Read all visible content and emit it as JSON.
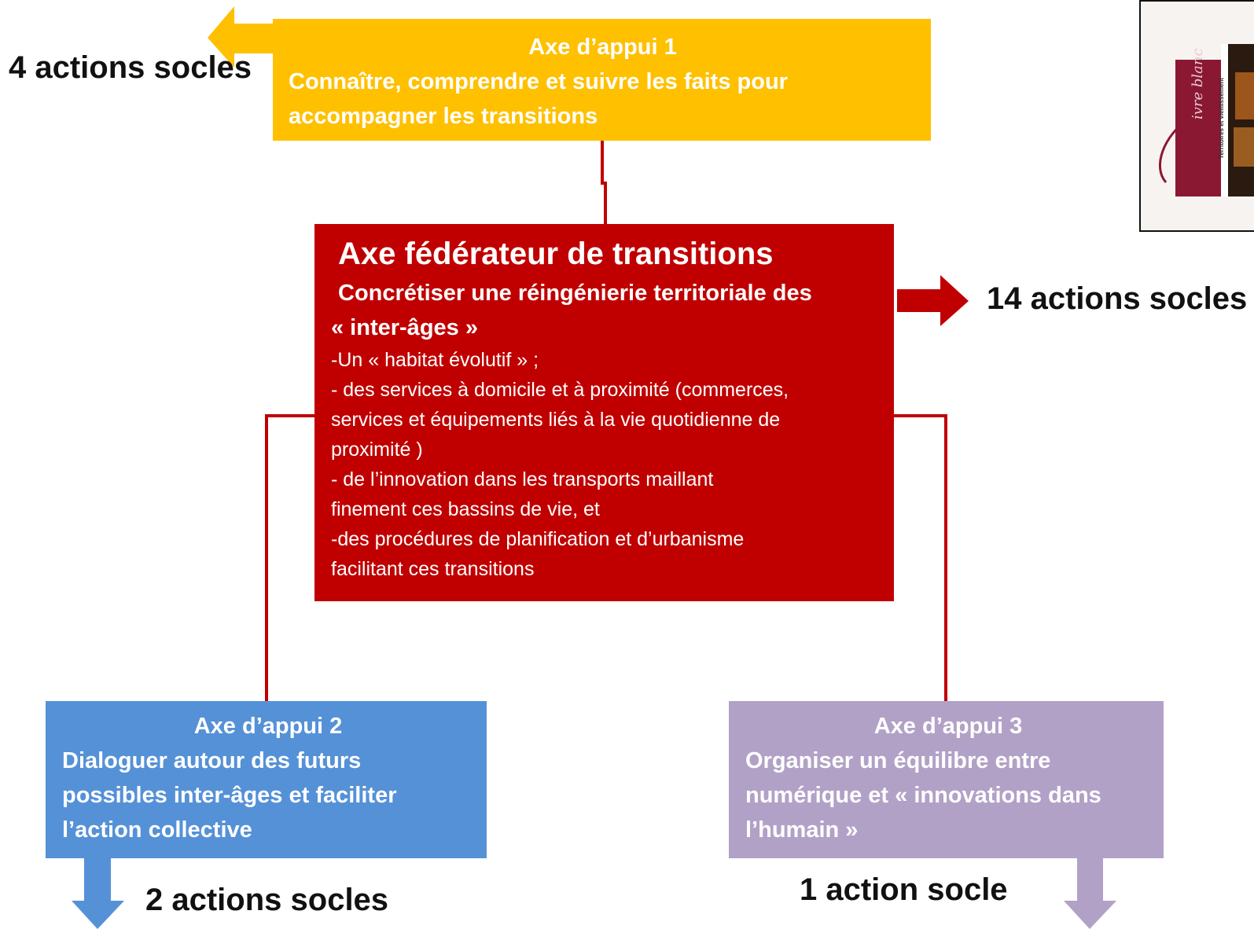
{
  "axe_appui_1": {
    "title": "Axe d’appui  1",
    "line1": "Connaître, comprendre et suivre les faits pour",
    "line2": "accompagner les transitions"
  },
  "axe_federateur": {
    "title": "Axe fédérateur de transitions",
    "subtitle_line1": "Concrétiser une réingénierie territoriale des",
    "subtitle_line2": "« inter-âges »",
    "items": [
      "-Un  « habitat évolutif » ;",
      "- des services à domicile et à proximité  (commerces,",
      "services et équipements liés à  la vie quotidienne de",
      "proximité )",
      "- de l’innovation dans les transports maillant",
      "finement ces bassins de vie, et",
      "-des procédures de planification et d’urbanisme",
      "facilitant ces transitions"
    ]
  },
  "axe_appui_2": {
    "title": "Axe d’appui  2",
    "line1": "Dialoguer autour des futurs",
    "line2": "possibles inter-âges et faciliter",
    "line3": "l’action collective"
  },
  "axe_appui_3": {
    "title": "Axe d’appui 3",
    "line1": "Organiser un équilibre entre",
    "line2": "numérique et « innovations dans",
    "line3": "l’humain »"
  },
  "counts": {
    "axe1": "4 actions socles",
    "federateur": "14 actions socles",
    "axe2": "2 actions socles",
    "axe3": "1 action socle"
  },
  "cover": {
    "title": "ivre blanc",
    "subtitle": "Territoires et vieillissement"
  },
  "colors": {
    "axe1": "#FFC000",
    "federateur": "#C00000",
    "axe2": "#5591D7",
    "axe3": "#B2A1C7",
    "connector": "#C00000"
  }
}
